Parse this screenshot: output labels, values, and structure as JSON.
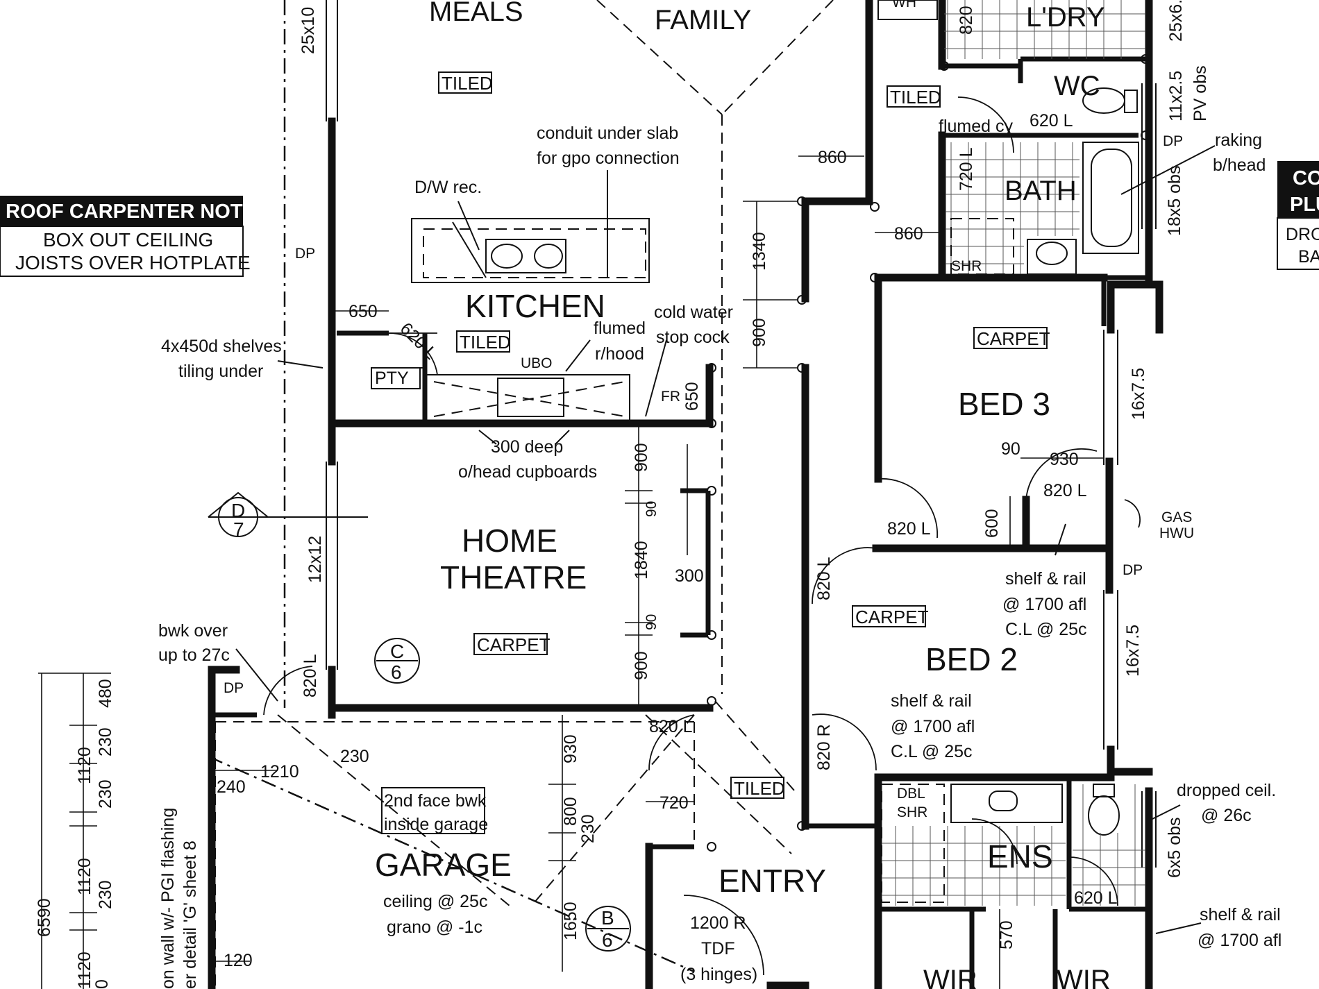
{
  "rooms": {
    "meals": "MEALS",
    "family": "FAMILY",
    "kitchen": "KITCHEN",
    "home_theatre_1": "HOME",
    "home_theatre_2": "THEATRE",
    "laundry": "L'DRY",
    "wc": "WC",
    "bath": "BATH",
    "bed3": "BED 3",
    "bed2": "BED 2",
    "garage": "GARAGE",
    "entry": "ENTRY",
    "ens": "ENS",
    "wir_left": "WIR",
    "wir_right": "WIR",
    "pantry": "PTY",
    "shower": "SHR",
    "dbl_shower_1": "DBL",
    "dbl_shower_2": "SHR",
    "wh": "WH"
  },
  "finishes": {
    "tiled_meals": "TILED",
    "tiled_kitchen": "TILED",
    "tiled_hall": "TILED",
    "tiled_entry": "TILED",
    "carpet_theatre": "CARPET",
    "carpet_bed3": "CARPET",
    "carpet_bed2": "CARPET"
  },
  "roof_note": {
    "heading": "ROOF CARPENTER NOTE",
    "line1": "BOX OUT CEILING",
    "line2": "JOISTS OVER HOTPLATE"
  },
  "right_note": {
    "line1": "CO",
    "line2": "PLU",
    "line3": "DRO",
    "line4": "BA"
  },
  "notes": {
    "conduit_1": "conduit under slab",
    "conduit_2": "for gpo connection",
    "dw_rec": "D/W rec.",
    "shelves_1": "4x450d shelves",
    "shelves_2": "tiling under",
    "ubo": "UBO",
    "flumed_1": "flumed",
    "flumed_2": "r/hood",
    "cold_water_1": "cold water",
    "cold_water_2": "stop cock",
    "fr": "FR",
    "cupboards_1": "300 deep",
    "cupboards_2": "o/head cupboards",
    "bwk_1": "bwk over",
    "bwk_2": "up to 27c",
    "face_bwk_1": "2nd face bwk",
    "face_bwk_2": "inside garage",
    "garage_ceiling": "ceiling @ 25c",
    "garage_grano": "grano @ -1c",
    "tdf_1": "1200 R",
    "tdf_2": "TDF",
    "tdf_3": "(3 hinges)",
    "flumed_cy": "flumed cy",
    "raking_1": "raking",
    "raking_2": "b/head",
    "gas_1": "GAS",
    "gas_2": "HWU",
    "shelf_bed2_1": "shelf & rail",
    "shelf_bed2_2": "@ 1700 afl",
    "shelf_bed2_3": "C.L @ 25c",
    "shelf_bed2b_1": "shelf & rail",
    "shelf_bed2b_2": "@ 1700 afl",
    "shelf_bed2b_3": "C.L @ 25c",
    "dropped_1": "dropped ceil.",
    "dropped_2": "@ 26c",
    "shelf_wir_1": "shelf & rail",
    "shelf_wir_2": "@ 1700 afl",
    "flashing_1": "on wall w/- PGI flashing",
    "flashing_2": "er detail 'G' sheet 8",
    "dp": "DP"
  },
  "windows": {
    "w_25x10": "25x10",
    "w_12x12": "12x12",
    "w_16x7_5a": "16x7.5",
    "w_16x7_5b": "16x7.5",
    "w_11x2_5": "11x2.5",
    "w_pv_obs": "PV obs",
    "w_18x5": "18x5 obs",
    "w_6x5": "6x5 obs",
    "w_25x6": "25x6."
  },
  "doors": {
    "d_620_kitchen": "620 L",
    "d_620_wc": "620 L",
    "d_820_laundry": "820",
    "d_720_bath": "720 L",
    "d_820_theatre": "820 L",
    "d_820_garage": "820 L",
    "d_820_bed3": "820 L",
    "d_820_bed3b": "820 L",
    "d_820_bed2": "820 L",
    "d_820_bed2b": "820 R",
    "d_620_ens": "620 L"
  },
  "dimensions": {
    "d650a": "650",
    "d650b": "650",
    "d860a": "860",
    "d860b": "860",
    "d1340": "1340",
    "d900a": "900",
    "d900b": "900",
    "d900c": "900",
    "d90a": "90",
    "d90b": "90",
    "d90c": "90",
    "d1840": "1840",
    "d300": "300",
    "d930a": "930",
    "d930b": "930",
    "d600": "600",
    "d230a": "230",
    "d1210": "1210",
    "d240": "240",
    "d800": "800",
    "d230b": "230",
    "d720": "720",
    "d1650": "1650",
    "d570": "570",
    "d120": "120",
    "d480": "480",
    "d230c": "230",
    "d1120a": "1120",
    "d230d": "230",
    "d1120b": "1120",
    "d230e": "230",
    "d1120c": "1120",
    "d6590": "6590",
    "d0": "0"
  },
  "sections": {
    "d_letter": "D",
    "d_num": "7",
    "c_letter": "C",
    "c_num": "6",
    "b_letter": "B",
    "b_num": "6"
  }
}
